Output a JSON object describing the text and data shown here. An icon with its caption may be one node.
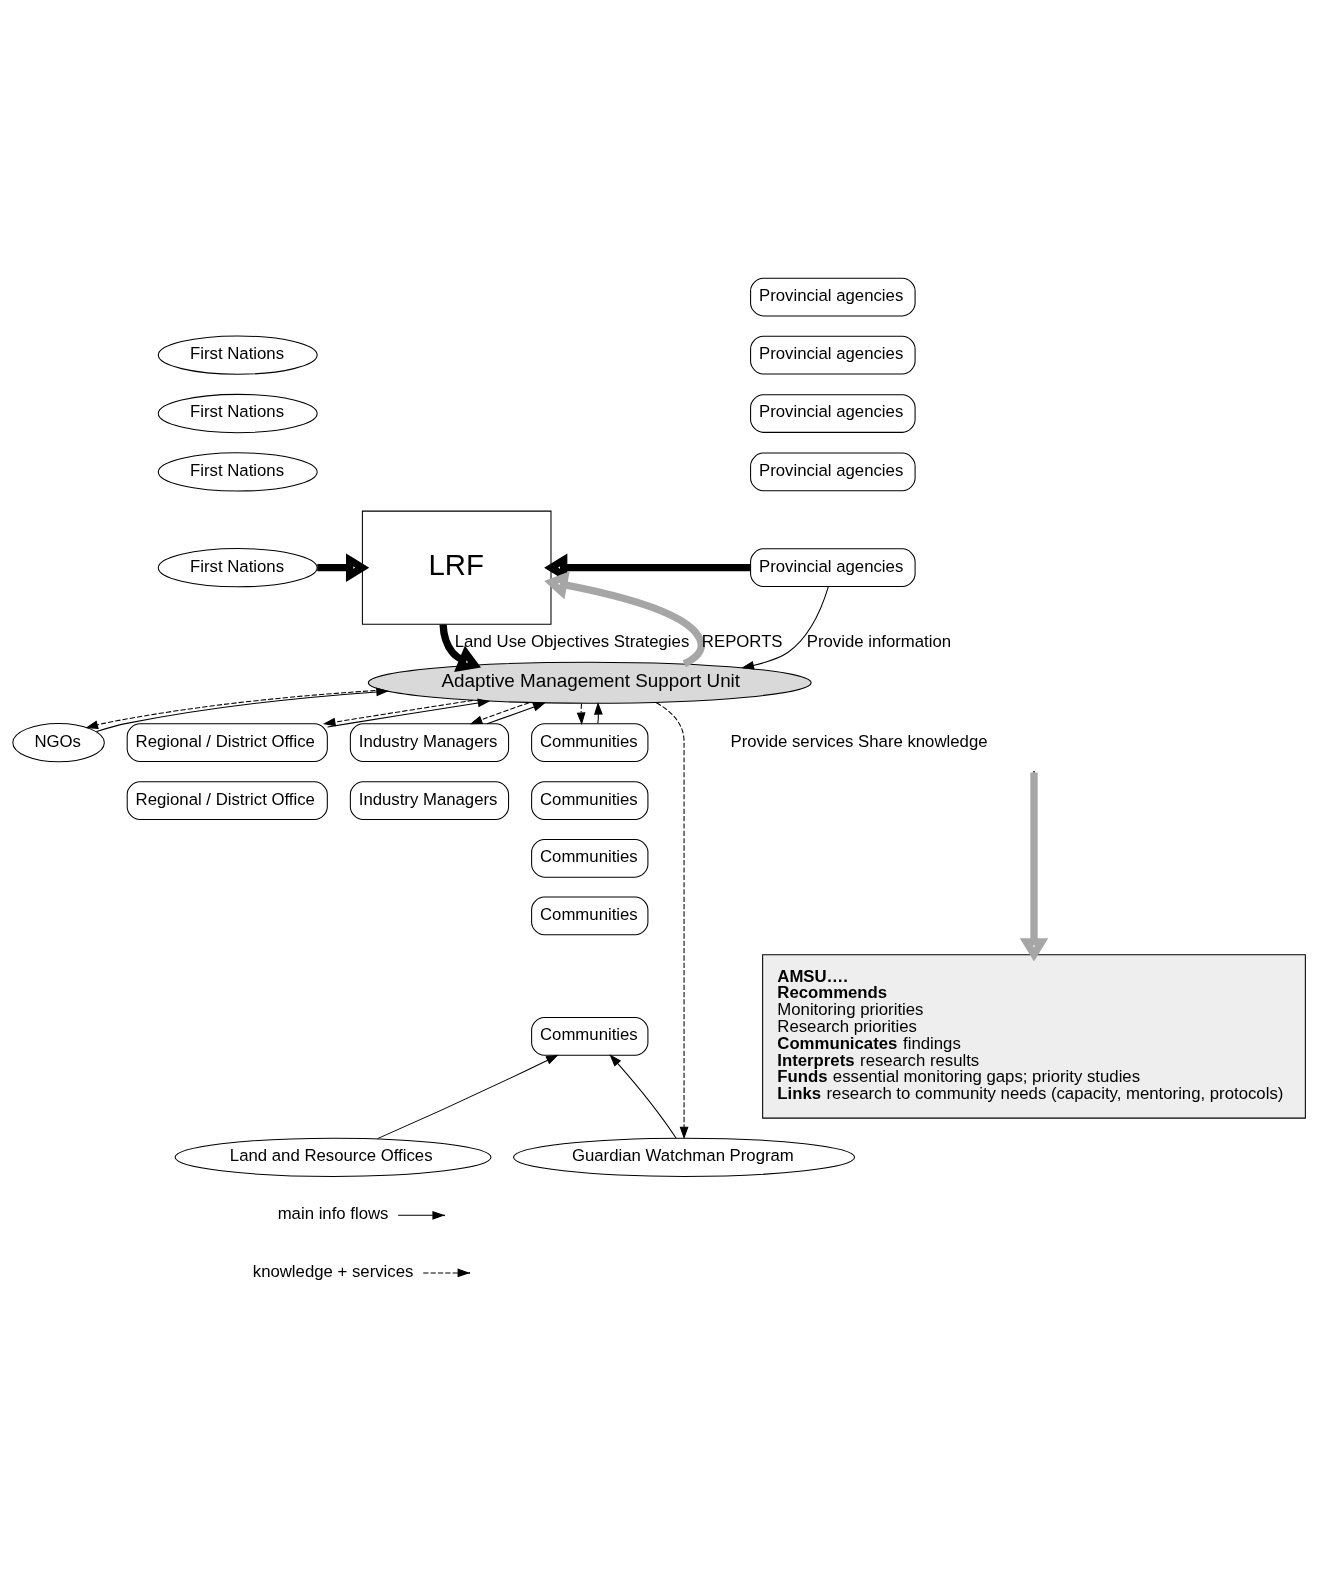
{
  "diagram": {
    "nodes": [
      {
        "text": [
          "First Nations"
        ]
      },
      {
        "text": [
          "First Nations"
        ]
      },
      {
        "text": [
          "First Nations"
        ]
      },
      {
        "text": [
          "First Nations"
        ]
      },
      {
        "text": [
          "LRF"
        ]
      },
      {
        "text": [
          "Provincial agencies"
        ]
      },
      {
        "text": [
          "Provincial agencies"
        ]
      },
      {
        "text": [
          "Provincial agencies"
        ]
      },
      {
        "text": [
          "Provincial agencies"
        ]
      },
      {
        "text": [
          "Provincial agencies"
        ]
      },
      {
        "text": [
          "Adaptive Management Support Unit"
        ]
      },
      {
        "text": [
          "NGOs"
        ]
      },
      {
        "text": [
          "Regional / District Office"
        ]
      },
      {
        "text": [
          "Regional / District Office"
        ]
      },
      {
        "text": [
          "Industry Managers"
        ]
      },
      {
        "text": [
          "Industry Managers"
        ]
      },
      {
        "text": [
          "Communities"
        ]
      },
      {
        "text": [
          "Communities"
        ]
      },
      {
        "text": [
          "Communities"
        ]
      },
      {
        "text": [
          "Communities"
        ]
      },
      {
        "text": [
          "Communities"
        ]
      },
      {
        "text": [
          "Land and Resource Offices"
        ]
      },
      {
        "text": [
          "Guardian Watchman Program"
        ]
      },
      {
        "text": [
          "**AMSU….**",
          "**Recommends**",
          "Monitoring priorities",
          "Research priorities",
          "**Communicates** findings",
          "**Interprets** research results",
          "**Funds** essential monitoring gaps; priority studies",
          "**Links** research to community needs (capacity, mentoring, protocols)"
        ]
      }
    ],
    "edges": [
      {
        "from": 3,
        "to": 4,
        "arrow": "to",
        "style": "thick"
      },
      {
        "from": 9,
        "to": 4,
        "arrow": "to",
        "style": "thick"
      },
      {
        "from": 10,
        "to": 4,
        "arrow": "to",
        "style": "thick",
        "color": "#a6a6a6",
        "label": "REPORTS"
      },
      {
        "from": 4,
        "to": 10,
        "arrow": "to",
        "style": "thick",
        "label": "Land Use Objectives Strategies"
      },
      {
        "from": 9,
        "to": 10,
        "arrow": "to",
        "label": "Provide information"
      },
      {
        "from": 11,
        "to": 10,
        "arrow": "to"
      },
      {
        "from": 10,
        "to": 11,
        "arrow": "to",
        "style": "dashed"
      },
      {
        "from": 12,
        "to": 10,
        "arrow": "to"
      },
      {
        "from": 10,
        "to": 12,
        "arrow": "to",
        "style": "dashed"
      },
      {
        "from": 14,
        "to": 10,
        "arrow": "to"
      },
      {
        "from": 10,
        "to": 14,
        "arrow": "to",
        "style": "dashed"
      },
      {
        "from": 16,
        "to": 10,
        "arrow": "to"
      },
      {
        "from": 10,
        "to": 16,
        "arrow": "to",
        "style": "dashed"
      },
      {
        "from": 10,
        "to": 22,
        "arrow": "to",
        "style": "dashed"
      },
      {
        "from": 21,
        "to": 20,
        "arrow": "to"
      },
      {
        "from": 22,
        "to": 20,
        "arrow": "to"
      },
      {
        "from": null,
        "to": 23,
        "arrow": "to",
        "style": "thick",
        "color": "#a6a6a6"
      }
    ],
    "labels": [
      "Provide services Share knowledge"
    ],
    "legend": [
      {
        "text": "main info flows"
      },
      {
        "text": "knowledge + services"
      }
    ]
  }
}
